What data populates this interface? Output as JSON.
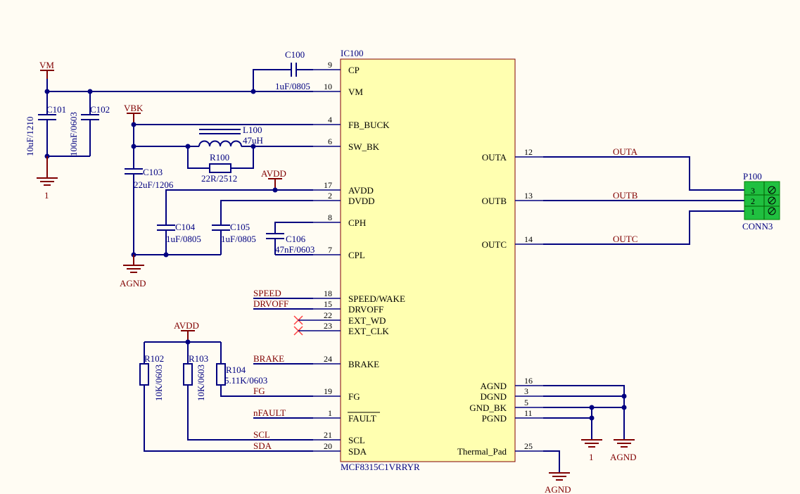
{
  "colors": {
    "background": "#fffcf3",
    "wire": "#000080",
    "power": "#800000",
    "ic_fill": "#ffffb0",
    "ic_border": "#800000",
    "connector": "#20c040"
  },
  "ic": {
    "ref": "IC100",
    "part": "MCF8315C1VRRYR",
    "left_pins": [
      {
        "num": "9",
        "name": "CP"
      },
      {
        "num": "10",
        "name": "VM"
      },
      {
        "num": "4",
        "name": "FB_BUCK"
      },
      {
        "num": "6",
        "name": "SW_BK"
      },
      {
        "num": "17",
        "name": "AVDD"
      },
      {
        "num": "2",
        "name": "DVDD"
      },
      {
        "num": "8",
        "name": "CPH"
      },
      {
        "num": "7",
        "name": "CPL"
      },
      {
        "num": "18",
        "name": "SPEED/WAKE"
      },
      {
        "num": "15",
        "name": "DRVOFF"
      },
      {
        "num": "22",
        "name": "EXT_WD"
      },
      {
        "num": "23",
        "name": "EXT_CLK"
      },
      {
        "num": "24",
        "name": "BRAKE"
      },
      {
        "num": "19",
        "name": "FG"
      },
      {
        "num": "1",
        "name": "FAULT"
      },
      {
        "num": "21",
        "name": "SCL"
      },
      {
        "num": "20",
        "name": "SDA"
      }
    ],
    "right_pins": [
      {
        "num": "12",
        "name": "OUTA"
      },
      {
        "num": "13",
        "name": "OUTB"
      },
      {
        "num": "14",
        "name": "OUTC"
      },
      {
        "num": "16",
        "name": "AGND"
      },
      {
        "num": "3",
        "name": "DGND"
      },
      {
        "num": "5",
        "name": "GND_BK"
      },
      {
        "num": "11",
        "name": "PGND"
      },
      {
        "num": "25",
        "name": "Thermal_Pad"
      }
    ]
  },
  "components": {
    "c100": {
      "ref": "C100",
      "value": "1uF/0805"
    },
    "c101": {
      "ref": "C101",
      "value": "10uF/1210"
    },
    "c102": {
      "ref": "C102",
      "value": "100nF/0603"
    },
    "l100": {
      "ref": "L100",
      "value": "47uH"
    },
    "r100": {
      "ref": "R100",
      "value": "22R/2512"
    },
    "c103": {
      "ref": "C103",
      "value": "22uF/1206"
    },
    "c104": {
      "ref": "C104",
      "value": "1uF/0805"
    },
    "c105": {
      "ref": "C105",
      "value": "1uF/0805"
    },
    "c106": {
      "ref": "C106",
      "value": "47nF/0603"
    },
    "r102": {
      "ref": "R102",
      "value": "10K/0603"
    },
    "r103": {
      "ref": "R103",
      "value": "10K/0603"
    },
    "r104": {
      "ref": "R104",
      "value": "5.11K/0603"
    },
    "p100": {
      "ref": "P100",
      "value": "CONN3",
      "pins": [
        "3",
        "2",
        "1"
      ]
    }
  },
  "power": {
    "vm": "VM",
    "vbk": "VBK",
    "avdd_top": "AVDD",
    "avdd_res": "AVDD",
    "gnd_left": "1",
    "agnd_left": "AGND",
    "gnd_right": "1",
    "agnd_right": "AGND",
    "agnd_bottom": "AGND"
  },
  "nets": {
    "speed": "SPEED",
    "drvoff": "DRVOFF",
    "brake": "BRAKE",
    "fg": "FG",
    "nfault": "nFAULT",
    "scl": "SCL",
    "sda": "SDA",
    "outa": "OUTA",
    "outb": "OUTB",
    "outc": "OUTC"
  }
}
